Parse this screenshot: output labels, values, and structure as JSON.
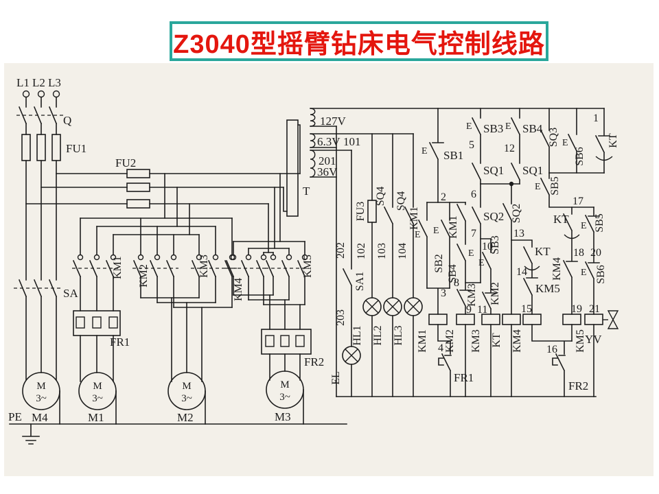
{
  "title": {
    "text": "Z3040型摇臂钻床电气控制线路"
  },
  "colors": {
    "accent_border": "#2aa79b",
    "title_red": "#e4160e",
    "paper": "#f3f0e9",
    "ink": "#1d1d1d"
  },
  "labels": {
    "l1": "L1",
    "l2": "L2",
    "l3": "L3",
    "q": "Q",
    "fu1": "FU1",
    "fu2": "FU2",
    "fu3": "FU3",
    "sa": "SA",
    "sa1": "SA1",
    "fr1": "FR1",
    "fr2": "FR2",
    "km1": "KM1",
    "km2": "KM2",
    "km3": "KM3",
    "km4": "KM4",
    "km5": "KM5",
    "kt": "KT",
    "m1": "M1",
    "m2": "M2",
    "m3": "M3",
    "m4": "M4",
    "pe": "PE",
    "t": "T",
    "m_letter": "M",
    "three_phase": "3~",
    "v127": "127V",
    "v63": "6.3V",
    "v36": "36V",
    "w101": "101",
    "w201": "201",
    "w202": "202",
    "w203": "203",
    "w102": "102",
    "w103": "103",
    "w104": "104",
    "el": "EL",
    "hl1": "HL1",
    "hl2": "HL2",
    "hl3": "HL3",
    "sq1": "SQ1",
    "sq2": "SQ2",
    "sq3": "SQ3",
    "sq4": "SQ4",
    "sb1": "SB1",
    "sb2": "SB2",
    "sb3": "SB3",
    "sb4": "SB4",
    "sb5": "SB5",
    "sb6": "SB6",
    "yv": "YV",
    "e": "E",
    "w1": "1",
    "w2": "2",
    "w3": "3",
    "w4": "4",
    "w5": "5",
    "w6": "6",
    "w7": "7",
    "w8": "8",
    "w9": "9",
    "w10": "10",
    "w11": "11",
    "w12": "12",
    "w13": "13",
    "w14": "14",
    "w15": "15",
    "w16": "16",
    "w17": "17",
    "w18": "18",
    "w19": "19",
    "w20": "20",
    "w21": "21"
  }
}
